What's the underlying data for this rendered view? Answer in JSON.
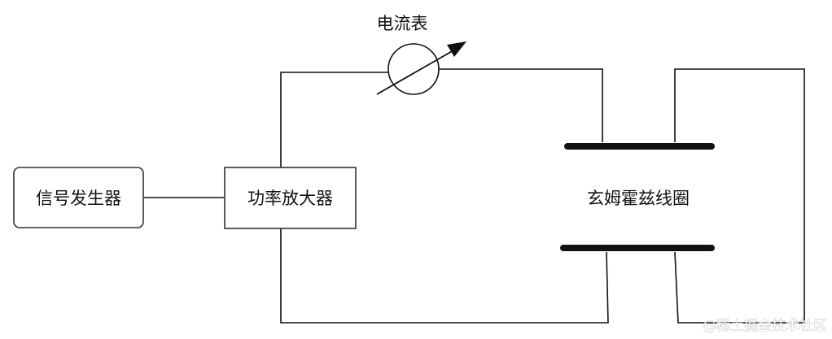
{
  "diagram": {
    "signal_generator": "信号发生器",
    "power_amplifier": "功率放大器",
    "ammeter": "电流表",
    "helmholtz_coil": "玄姆霍兹线圈"
  },
  "watermark": "@稀土掘金技术社区",
  "colors": {
    "line": "#111111",
    "box_border": "#333333",
    "background": "#ffffff"
  }
}
